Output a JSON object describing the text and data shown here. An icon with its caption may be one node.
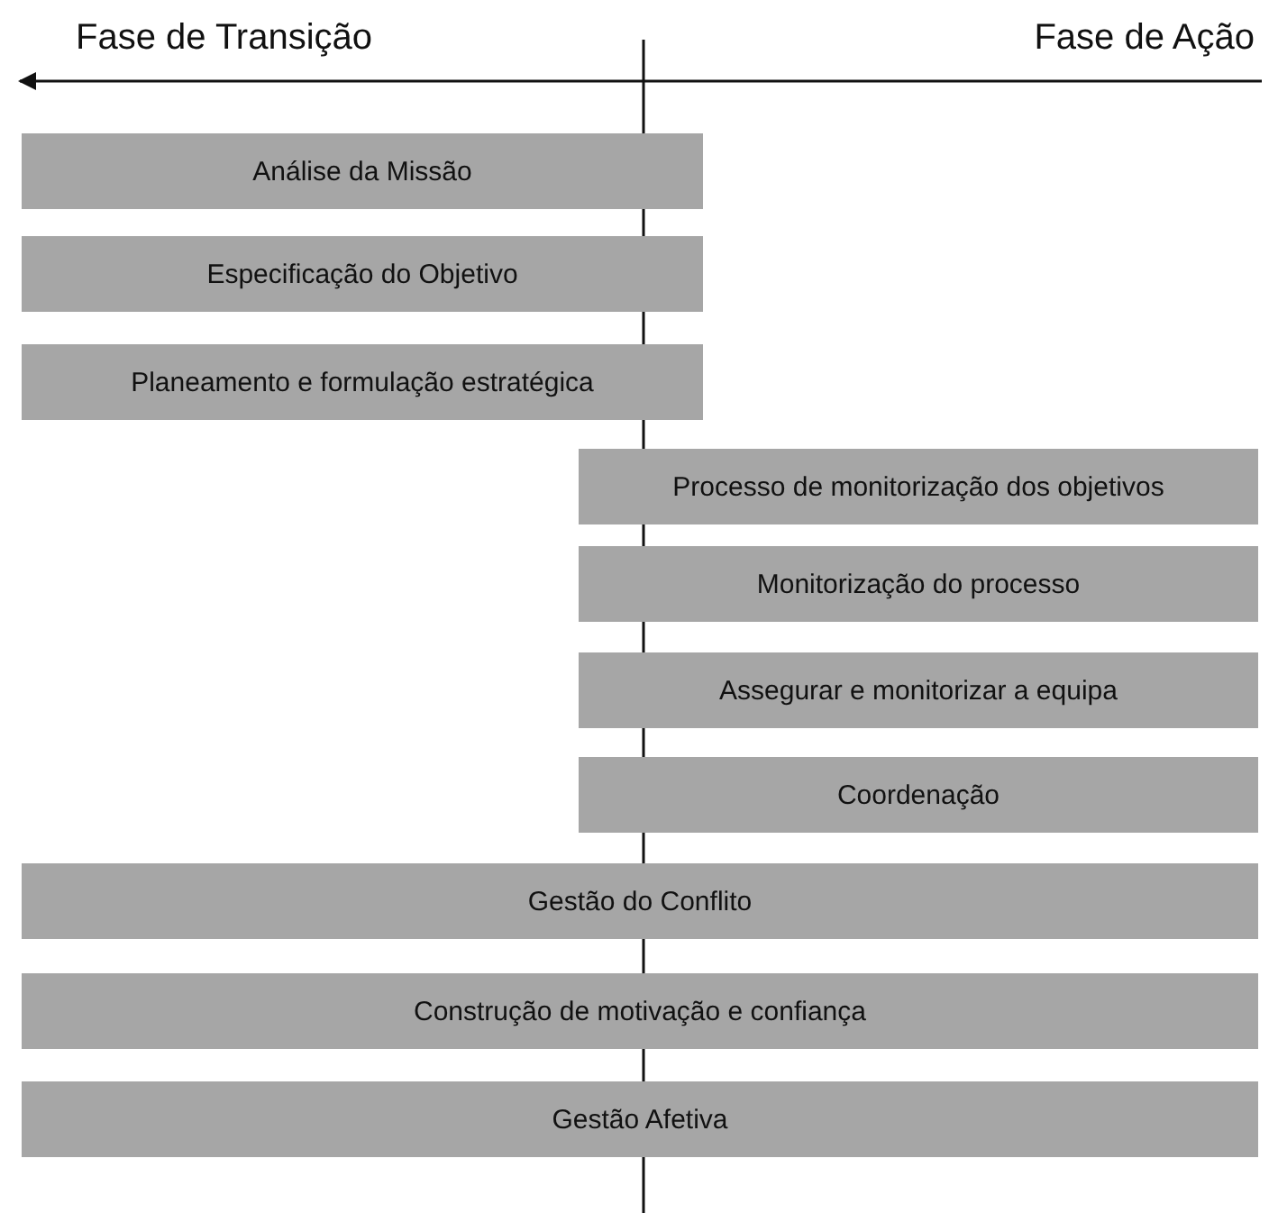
{
  "diagram": {
    "nodes": [
      {
        "text": [
          "Análise da Missão"
        ]
      },
      {
        "text": [
          "Especificação do Objetivo"
        ]
      },
      {
        "text": [
          "Planeamento e formulação estratégica"
        ]
      },
      {
        "text": [
          "Processo de monitorização dos objetivos"
        ]
      },
      {
        "text": [
          "Monitorização do processo"
        ]
      },
      {
        "text": [
          "Assegurar e monitorizar a equipa"
        ]
      },
      {
        "text": [
          "Coordenação"
        ]
      },
      {
        "text": [
          "Gestão do Conflito"
        ]
      },
      {
        "text": [
          "Construção de motivação e confiança"
        ]
      },
      {
        "text": [
          "Gestão Afetiva"
        ]
      }
    ],
    "labels": [
      "Fase de Transição",
      "Fase de Ação"
    ]
  }
}
